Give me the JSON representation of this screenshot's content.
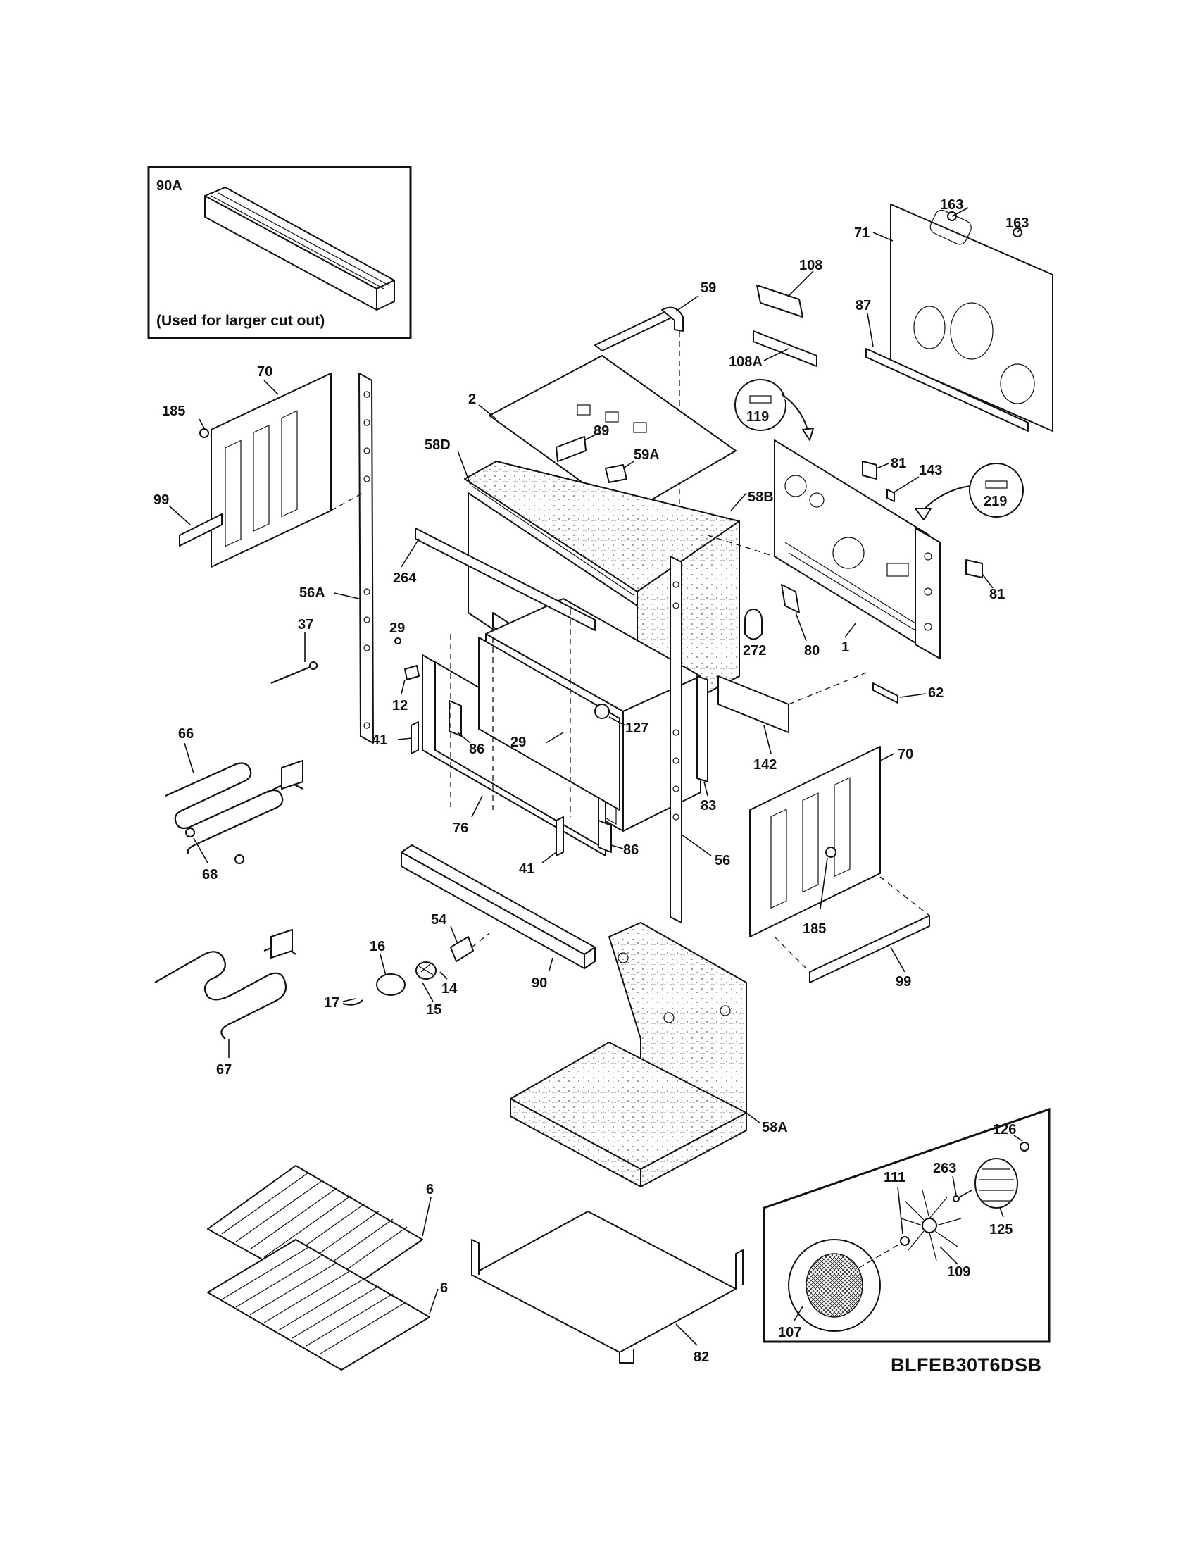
{
  "model_number": "BLFEB30T6DSB",
  "inset_note": "(Used for larger cut out)",
  "labels": {
    "l90A": "90A",
    "l163a": "163",
    "l163b": "163",
    "l71": "71",
    "l108": "108",
    "l59": "59",
    "l87": "87",
    "l108A": "108A",
    "l70a": "70",
    "l185a": "185",
    "l2": "2",
    "l119": "119",
    "l89": "89",
    "l58D": "58D",
    "l59A": "59A",
    "l81a": "81",
    "l143": "143",
    "l99a": "99",
    "l58B": "58B",
    "l219": "219",
    "l264": "264",
    "l56A": "56A",
    "l37": "37",
    "l29a": "29",
    "l81b": "81",
    "l272": "272",
    "l80": "80",
    "l1": "1",
    "l12": "12",
    "l62": "62",
    "l66": "66",
    "l29b": "29",
    "l127": "127",
    "l142": "142",
    "l41a": "41",
    "l86a": "86",
    "l70b": "70",
    "l83": "83",
    "l76": "76",
    "l41b": "41",
    "l86b": "86",
    "l56": "56",
    "l68": "68",
    "l185b": "185",
    "l54": "54",
    "l16": "16",
    "l90": "90",
    "l99b": "99",
    "l14": "14",
    "l17": "17",
    "l15": "15",
    "l67": "67",
    "l58A": "58A",
    "l126": "126",
    "l263": "263",
    "l111": "111",
    "l6a": "6",
    "l125": "125",
    "l109": "109",
    "l6b": "6",
    "l107": "107",
    "l82": "82"
  }
}
